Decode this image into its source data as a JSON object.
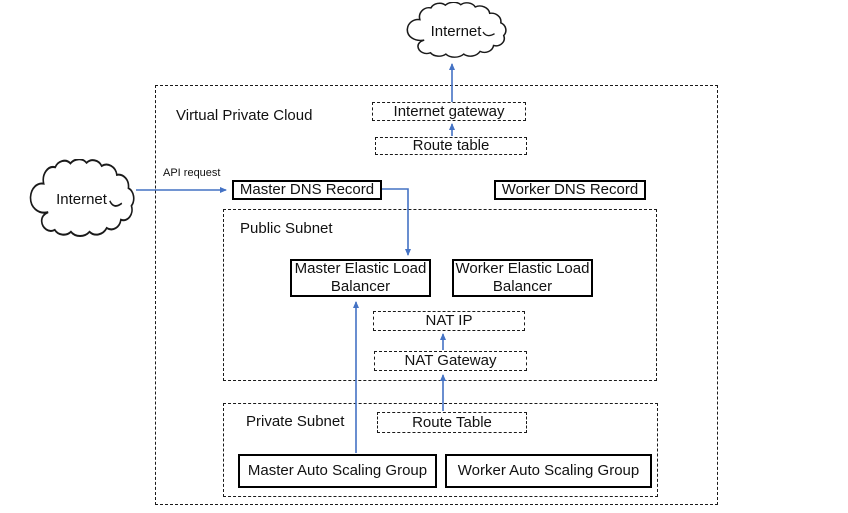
{
  "colors": {
    "connector": "#4472C4",
    "outline": "#000000"
  },
  "clouds": {
    "top_label": "Internet",
    "left_label": "Internet"
  },
  "vpc": {
    "label": "Virtual Private Cloud"
  },
  "public_subnet": {
    "label": "Public Subnet"
  },
  "private_subnet": {
    "label": "Private Subnet"
  },
  "nodes": {
    "internet_gateway": {
      "label": "Internet gateway",
      "style": "dashed"
    },
    "vpc_route_table": {
      "label": "Route table",
      "style": "dashed"
    },
    "master_dns_record": {
      "label": "Master DNS Record",
      "style": "solid"
    },
    "worker_dns_record": {
      "label": "Worker DNS Record",
      "style": "solid"
    },
    "master_elb": {
      "label": "Master Elastic Load Balancer",
      "style": "solid"
    },
    "worker_elb": {
      "label": "Worker Elastic Load Balancer",
      "style": "solid"
    },
    "nat_ip": {
      "label": "NAT IP",
      "style": "dashed"
    },
    "nat_gateway": {
      "label": "NAT Gateway",
      "style": "dashed"
    },
    "private_route_table": {
      "label": "Route Table",
      "style": "dashed"
    },
    "master_asg": {
      "label": "Master Auto Scaling Group",
      "style": "solid"
    },
    "worker_asg": {
      "label": "Worker Auto Scaling Group",
      "style": "solid"
    }
  },
  "edge_labels": {
    "api_request": "API request"
  }
}
